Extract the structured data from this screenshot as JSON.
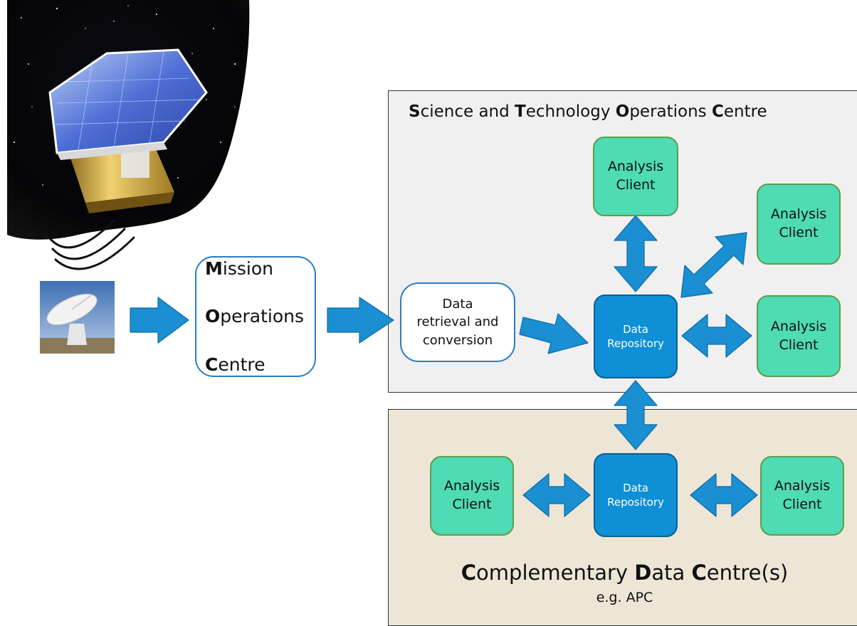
{
  "stoc": {
    "title_parts": [
      {
        "initial": "S",
        "rest": "cience and "
      },
      {
        "initial": "T",
        "rest": "echnology "
      },
      {
        "initial": "O",
        "rest": "perations "
      },
      {
        "initial": "C",
        "rest": "entre"
      }
    ]
  },
  "mission_ops": {
    "lines": [
      {
        "initial": "M",
        "rest": "ission"
      },
      {
        "initial": "O",
        "rest": "perations"
      },
      {
        "initial": "C",
        "rest": "entre"
      }
    ]
  },
  "data_retrieval": {
    "label": "Data\nretrieval and\nconversion"
  },
  "repository": {
    "label": "Data\nRepository"
  },
  "client": {
    "label": "Analysis\nClient"
  },
  "cdc": {
    "title_parts": [
      {
        "initial": "C",
        "rest": "omplementary "
      },
      {
        "initial": "D",
        "rest": "ata "
      },
      {
        "initial": "C",
        "rest": "entre(s)"
      }
    ],
    "subtitle": "e.g. APC"
  },
  "colors": {
    "arrow": "#1a8fd2",
    "client_fill": "#4fdbb4",
    "repo_fill": "#0e8fd6",
    "stoc_bg": "#f0f0f0",
    "cdc_bg": "#ede6d6"
  }
}
